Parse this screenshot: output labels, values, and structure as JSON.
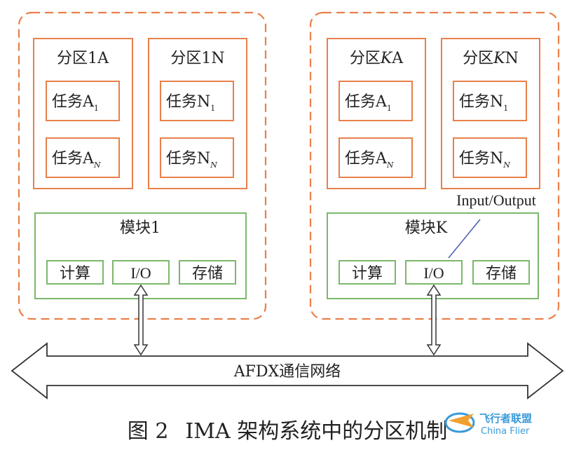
{
  "colors": {
    "orange": "#e8804a",
    "green": "#7bb86a",
    "link": "#4a5fb0",
    "arrow": "#333333",
    "text": "#222222"
  },
  "groups": [
    {
      "partitions": [
        {
          "title_prefix": "分区",
          "title_id": "1",
          "title_suffix": "A",
          "tasks": [
            {
              "base": "任务A",
              "sub": "1"
            },
            {
              "base": "任务A",
              "sub": "N"
            }
          ]
        },
        {
          "title_prefix": "分区",
          "title_id": "1",
          "title_suffix": "N",
          "tasks": [
            {
              "base": "任务N",
              "sub": "1"
            },
            {
              "base": "任务N",
              "sub": "N"
            }
          ]
        }
      ],
      "module_title": "模块1",
      "units": [
        "计算",
        "I/O",
        "存储"
      ]
    },
    {
      "partitions": [
        {
          "title_prefix": "分区",
          "title_id": "K",
          "title_suffix": "A",
          "tasks": [
            {
              "base": "任务A",
              "sub": "1"
            },
            {
              "base": "任务A",
              "sub": "N"
            }
          ]
        },
        {
          "title_prefix": "分区",
          "title_id": "K",
          "title_suffix": "N",
          "tasks": [
            {
              "base": "任务N",
              "sub": "1"
            },
            {
              "base": "任务N",
              "sub": "N"
            }
          ]
        }
      ],
      "module_title": "模块K",
      "units": [
        "计算",
        "I/O",
        "存储"
      ],
      "io_annotation": "Input/Output"
    }
  ],
  "network_label": "AFDX通信网络",
  "caption": {
    "figure_label": "图 2",
    "text": "IMA 架构系统中的分区机制"
  },
  "watermark": {
    "text_cn": "飞行者联盟",
    "text_en": "China Flier"
  }
}
